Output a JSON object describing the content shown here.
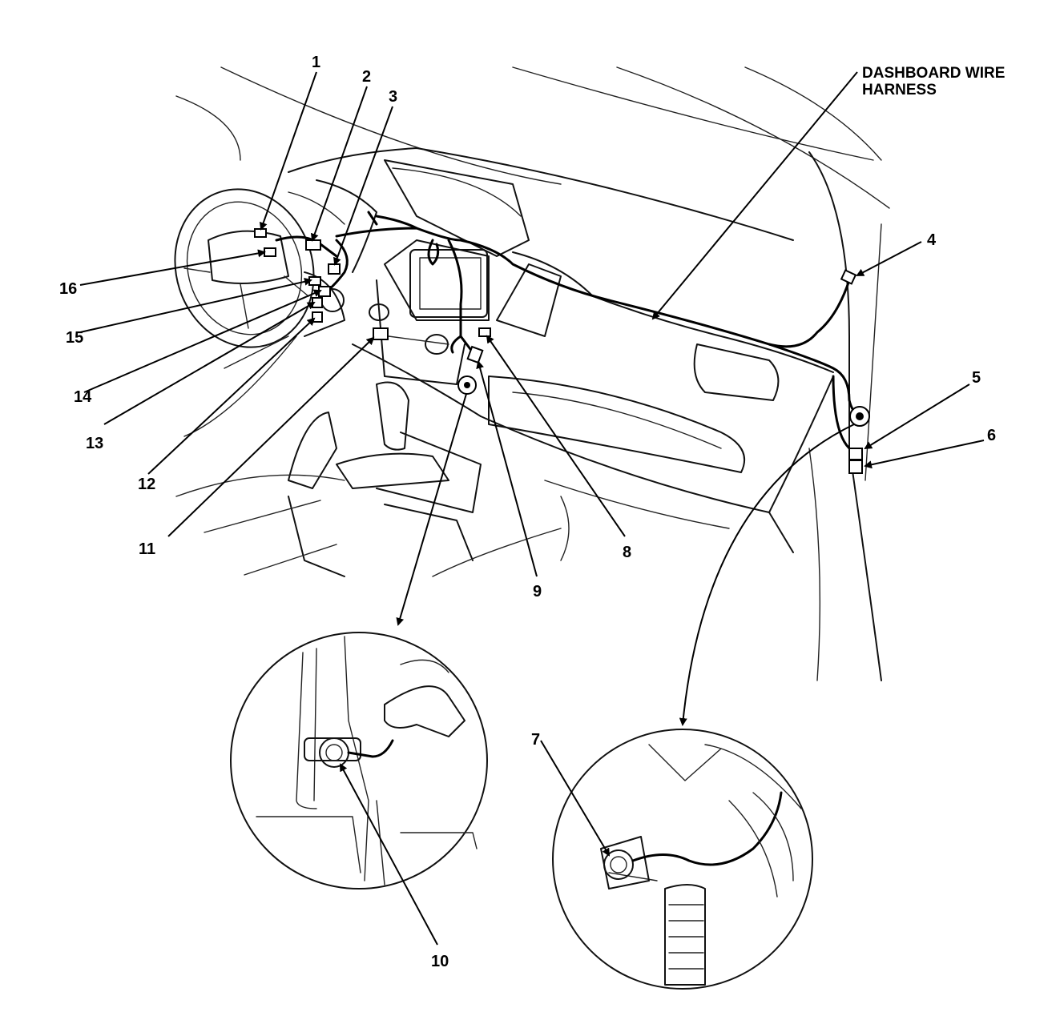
{
  "harness_label": {
    "line1": "DASHBOARD WIRE",
    "line2": "HARNESS"
  },
  "callouts": [
    "1",
    "2",
    "3",
    "4",
    "5",
    "6",
    "7",
    "8",
    "9",
    "10",
    "11",
    "12",
    "13",
    "14",
    "15",
    "16"
  ],
  "colors": {
    "ink": "#000000",
    "background": "#ffffff"
  }
}
